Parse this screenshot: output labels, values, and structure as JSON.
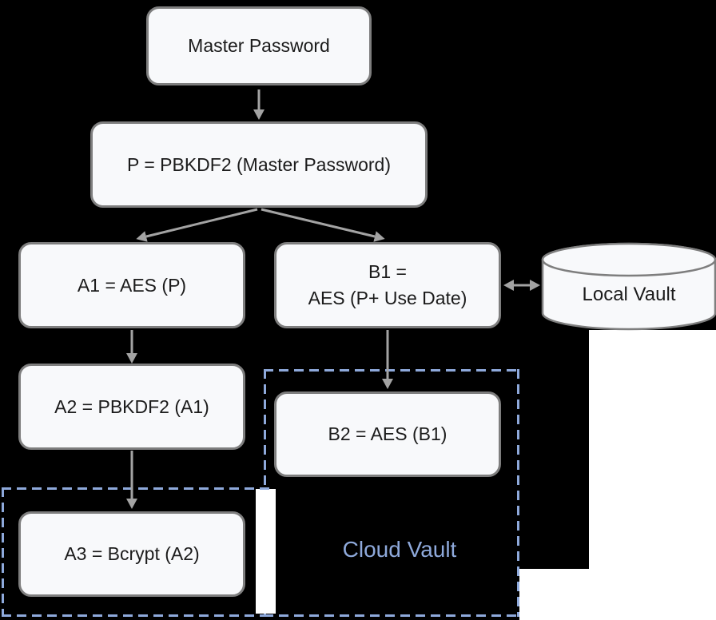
{
  "diagram": {
    "nodes": {
      "master": {
        "label": "Master Password"
      },
      "p": {
        "label": "P = PBKDF2 (Master Password)"
      },
      "a1": {
        "label": "A1 = AES (P)"
      },
      "b1": {
        "line1": "B1 =",
        "line2": "AES (P+ Use Date)"
      },
      "local_vault": {
        "label": "Local Vault"
      },
      "a2": {
        "label": "A2 = PBKDF2 (A1)"
      },
      "b2": {
        "label": "B2 = AES (B1)"
      },
      "a3": {
        "label": "A3 = Bcrypt (A2)"
      },
      "cloud_vault": {
        "label": "Cloud Vault"
      }
    },
    "colors": {
      "canvas_bg": "#000000",
      "node_fill": "#F8F9FB",
      "node_border": "#7E7E7E",
      "node_text": "#1B1B1B",
      "arrow": "#A3A3A3",
      "dashed_accent": "#8EA9DB",
      "artifact_white": "#FFFFFF"
    }
  }
}
